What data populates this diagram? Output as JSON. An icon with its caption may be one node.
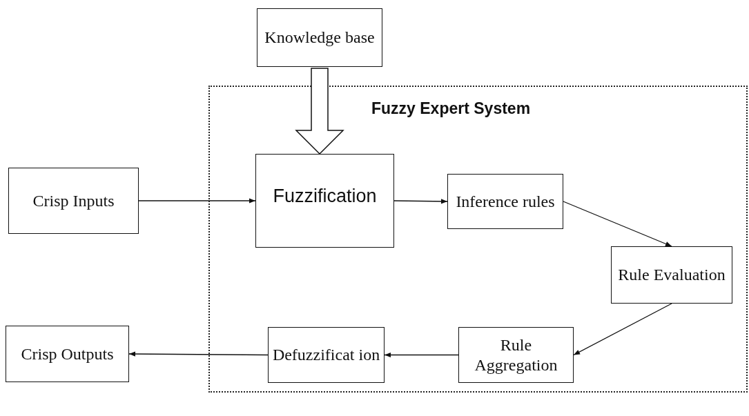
{
  "diagram": {
    "nodes": [
      {
        "text": [
          "Knowledge base"
        ]
      },
      {
        "text": [
          "Fuzzy Expert System"
        ]
      },
      {
        "text": [
          "Crisp Inputs"
        ]
      },
      {
        "text": [
          "Fuzzification"
        ],
        "in": 1
      },
      {
        "text": [
          "Inference rules"
        ],
        "in": 1
      },
      {
        "text": [
          "Rule Evaluation"
        ],
        "in": 1
      },
      {
        "text": [
          "Rule Aggregation"
        ],
        "in": 1
      },
      {
        "text": [
          "Defuzzificat ion"
        ],
        "in": 1
      },
      {
        "text": [
          "Crisp Outputs"
        ]
      }
    ],
    "edges": [
      {
        "from": 0,
        "to": 3,
        "arrow": "to",
        "style": "thick"
      },
      {
        "from": 2,
        "to": 3,
        "arrow": "to"
      },
      {
        "from": 3,
        "to": 4,
        "arrow": "to"
      },
      {
        "from": 4,
        "to": 5,
        "arrow": "to"
      },
      {
        "from": 5,
        "to": 6,
        "arrow": "to"
      },
      {
        "from": 6,
        "to": 7,
        "arrow": "to"
      },
      {
        "from": 7,
        "to": 8,
        "arrow": "to"
      }
    ]
  }
}
